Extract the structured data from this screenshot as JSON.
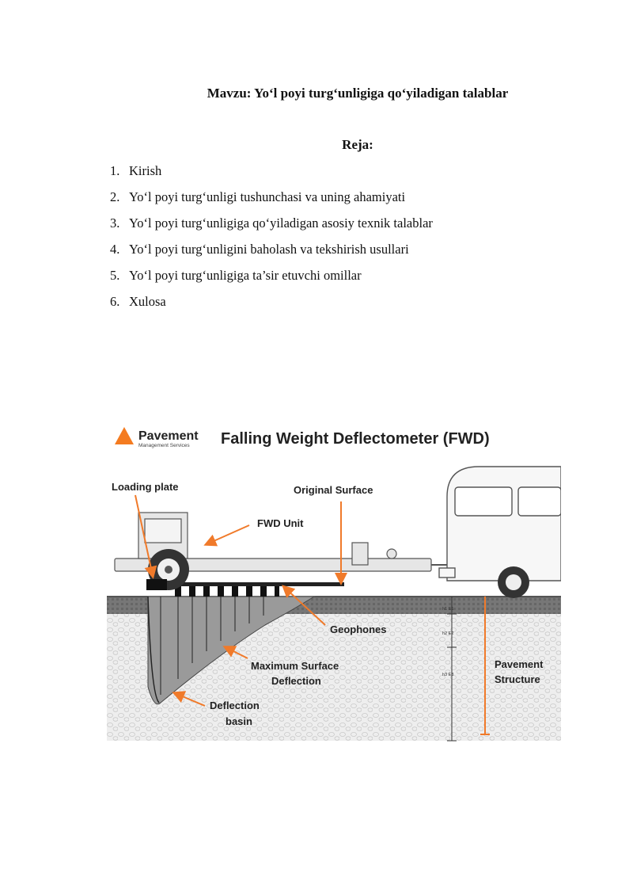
{
  "document": {
    "title": "Mavzu: Yo‘l poyi turg‘unligiga qo‘yiladigan talablar",
    "plan_heading": "Reja:",
    "plan_items": [
      {
        "num": "1.",
        "text": "Kirish"
      },
      {
        "num": "2.",
        "text": "Yo‘l poyi turg‘unligi tushunchasi va uning ahamiyati"
      },
      {
        "num": "3.",
        "text": "Yo‘l poyi turg‘unligiga qo‘yiladigan asosiy texnik talablar"
      },
      {
        "num": "4.",
        "text": "Yo‘l poyi turg‘unligini baholash va tekshirish usullari"
      },
      {
        "num": "5.",
        "text": "Yo‘l poyi turg‘unligiga ta’sir etuvchi omillar"
      },
      {
        "num": "6.",
        "text": "Xulosa"
      }
    ]
  },
  "figure": {
    "logo_name": "Pavement",
    "logo_sub": "Management Services",
    "title": "Falling Weight Deflectometer (FWD)",
    "labels": {
      "loading_plate": "Loading plate",
      "original_surface": "Original Surface",
      "fwd_unit": "FWD Unit",
      "geophones": "Geophones",
      "max_deflection_1": "Maximum Surface",
      "max_deflection_2": "Deflection",
      "deflection_basin_1": "Deflection",
      "deflection_basin_2": "basin",
      "pavement_structure_1": "Pavement",
      "pavement_structure_2": "Structure",
      "layer_1": "h1  E1",
      "layer_2": "h2  E2",
      "layer_3": "h3  E3"
    },
    "colors": {
      "accent": "#f47b20",
      "arrow": "#f07a2a",
      "text": "#222222",
      "road": "#6e6e6e"
    }
  }
}
